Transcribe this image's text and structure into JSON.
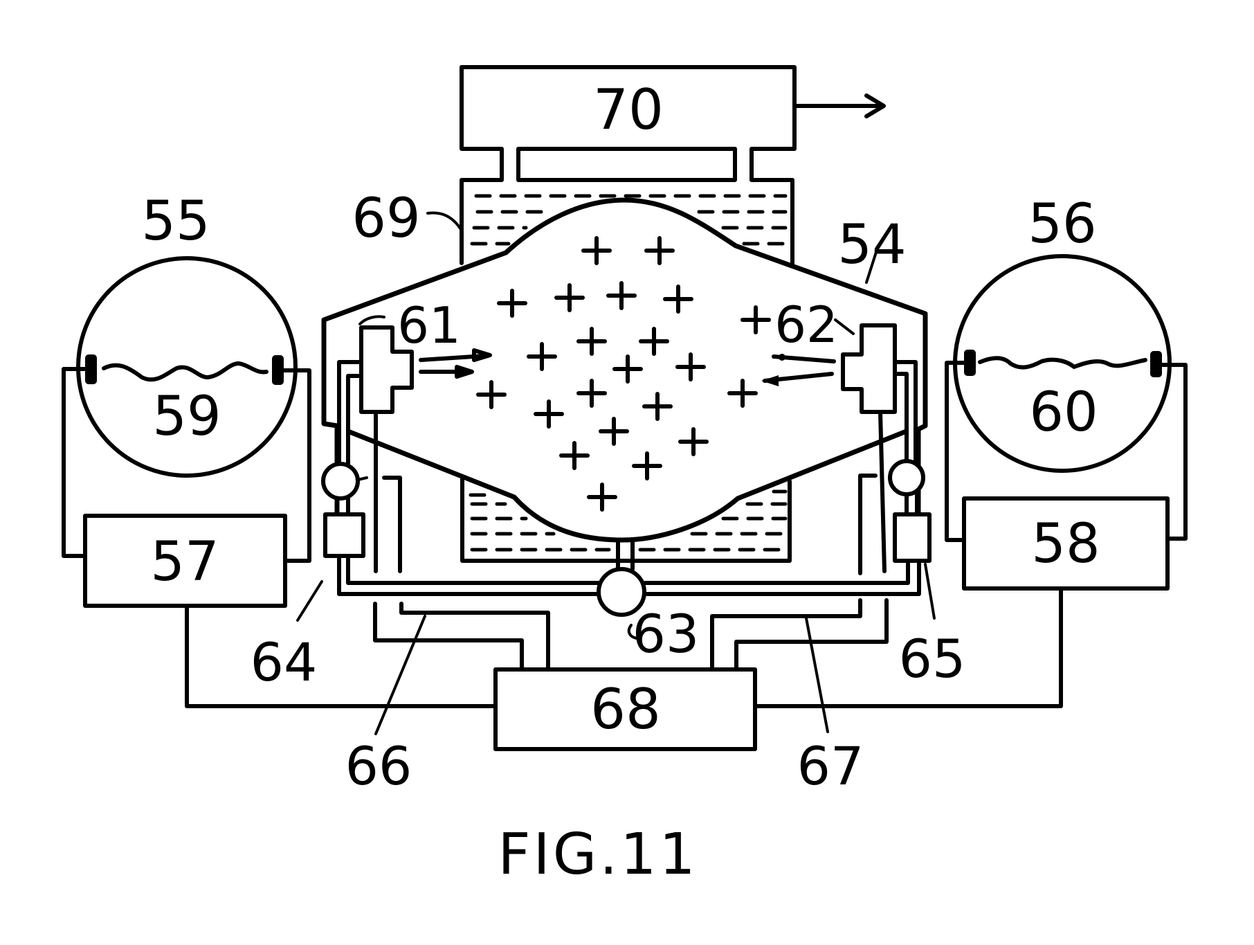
{
  "figure": {
    "caption": "FIG.11",
    "labels": {
      "hull": "54",
      "tank_left_circle": "55",
      "tank_right_circle": "56",
      "power_left": "57",
      "power_right": "58",
      "electrolyte_left": "59",
      "electrolyte_right": "60",
      "gun_left": "61",
      "gun_right": "62",
      "pump": "63",
      "valve_left": "64",
      "valve_right": "65",
      "line_left": "66",
      "line_right": "67",
      "controller": "68",
      "jacket": "69",
      "heat_exchanger": "70"
    },
    "symbols": {
      "charge": "+",
      "plus_count": 22,
      "output_arrow": "right-arrow"
    }
  }
}
